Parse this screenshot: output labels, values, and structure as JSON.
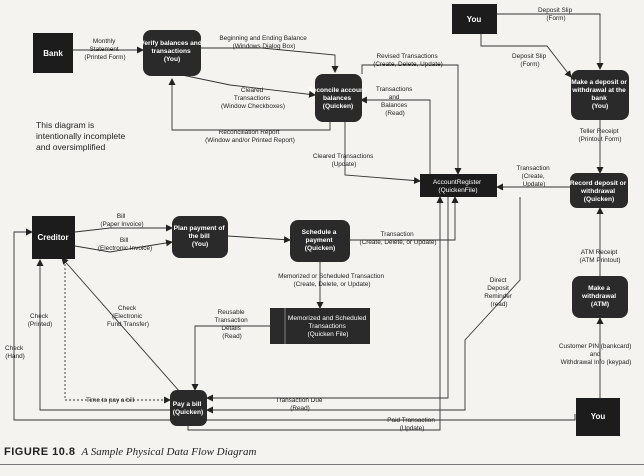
{
  "note": "This diagram is intentionally incomplete and oversimplified",
  "caption": {
    "figure": "FIGURE 10.8",
    "title": "A Sample Physical Data Flow Diagram"
  },
  "externals": {
    "bank": "Bank",
    "you_top": "You",
    "creditor": "Creditor",
    "you_bottom": "You"
  },
  "processes": {
    "verify": [
      "Verify balances and",
      "transactions",
      "(You)"
    ],
    "reconcile": [
      "Reconcile account",
      "balances",
      "(Quicken)"
    ],
    "deposit": [
      "Make a deposit or",
      "withdrawal at the",
      "bank",
      "(You)"
    ],
    "record": [
      "Record deposit or",
      "withdrawal",
      "(Quicken)"
    ],
    "plan": [
      "Plan payment of",
      "the bill",
      "(You)"
    ],
    "schedule": [
      "Schedule a",
      "payment",
      "(Quicken)"
    ],
    "withdraw": [
      "Make a",
      "withdrawal",
      "(ATM)"
    ],
    "paybill": [
      "Pay a bill",
      "(Quicken)"
    ]
  },
  "stores": {
    "register": [
      "AccountRegister",
      "(QuickenFile)"
    ],
    "memorized": [
      "Memorized and Scheduled",
      "Transactions",
      "(Quicken File)"
    ]
  },
  "flows": {
    "monthly": [
      "Monthly",
      "Statement",
      "(Printed Form)"
    ],
    "begin_end": [
      "Beginning and Ending Balance",
      "(Windows Dialog Box)"
    ],
    "cleared": [
      "Cleared",
      "Transactions",
      "(Window Checkboxes)"
    ],
    "recon_report": [
      "Reconciliation Report",
      "(Window and/or Printed Report)"
    ],
    "revised": [
      "Revised Transactions",
      "(Create, Delete, Update)"
    ],
    "trans_bal": [
      "Transactions",
      "and",
      "Balances",
      "(Read)"
    ],
    "cleared_update": [
      "Cleared Transactions",
      "(Update)"
    ],
    "deposit_slip_1": [
      "Deposit Slip",
      "(Form)"
    ],
    "deposit_slip_2": [
      "Deposit Slip",
      "(Form)"
    ],
    "teller": [
      "Teller Receipt",
      "(Printout Form)"
    ],
    "transaction_cu": [
      "Transaction",
      "(Create,",
      "Update)"
    ],
    "bill_paper": [
      "Bill",
      "(Paper Invoice)"
    ],
    "bill_elec": [
      "Bill",
      "(Electronic Invoice)"
    ],
    "trans_cdu": [
      "Transaction",
      "(Create, Delete, or Update)"
    ],
    "memorized_flow": [
      "Memorized or Scheduled Transaction",
      "(Create, Delete, or Update)"
    ],
    "direct_deposit": [
      "Direct",
      "Deposit",
      "Reminder",
      "(read)"
    ],
    "atm_receipt": [
      "ATM Receipt",
      "(ATM Printout)"
    ],
    "reusable": [
      "Reusable",
      "Transaction",
      "Details",
      "(Read)"
    ],
    "check_eft": [
      "Check",
      "(Electronic",
      "Fund Transfer)"
    ],
    "check_printed": [
      "Check",
      "(Printed)"
    ],
    "check_hand": [
      "Check",
      "(Hand)"
    ],
    "time_to_pay": "Time to pay a bill",
    "trans_due": [
      "Transaction Due",
      "(Read)"
    ],
    "paid_trans": [
      "Paid Transaction",
      "(Update)"
    ],
    "pin": [
      "Customer PIN (bankcard)",
      "and",
      "Withdrawal Info (keypad)"
    ]
  }
}
